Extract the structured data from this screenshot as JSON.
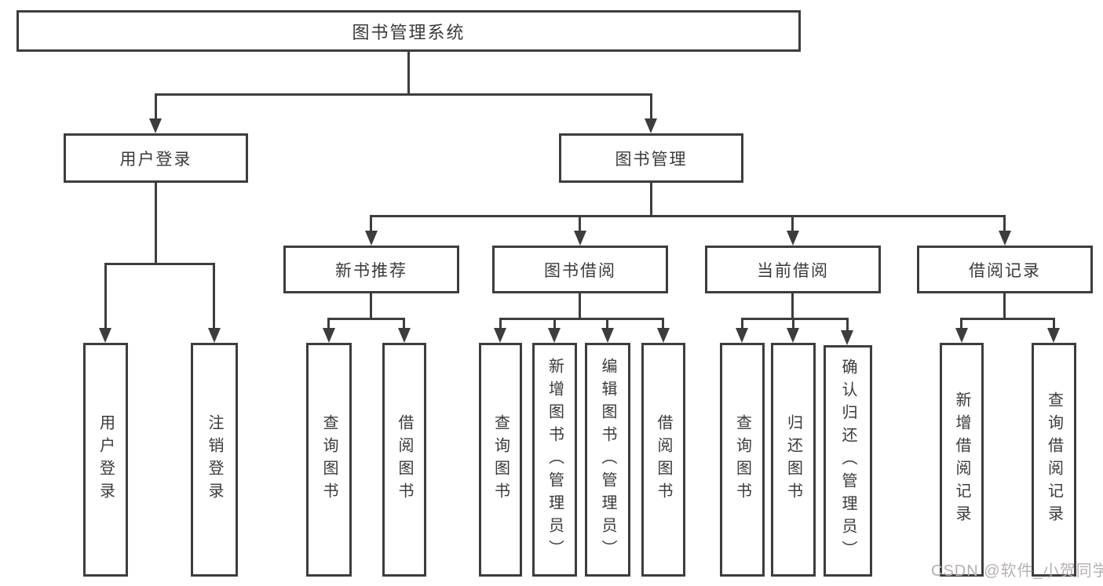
{
  "nodes": {
    "root": {
      "label": "图书管理系统"
    },
    "user_login": {
      "label": "用户登录"
    },
    "book_mgmt": {
      "label": "图书管理"
    },
    "new_book_rec": {
      "label": "新书推荐"
    },
    "book_borrow": {
      "label": "图书借阅"
    },
    "current_borrow": {
      "label": "当前借阅"
    },
    "borrow_records": {
      "label": "借阅记录"
    },
    "leaf_user_login": {
      "label": "用户登录"
    },
    "leaf_logout": {
      "label": "注销登录"
    },
    "rec_query_books": {
      "label": "查询图书"
    },
    "rec_borrow_books": {
      "label": "借阅图书"
    },
    "bb_query_books": {
      "label": "查询图书"
    },
    "bb_add_books": {
      "label": "新增图书（管理员）"
    },
    "bb_edit_books": {
      "label": "编辑图书（管理员）"
    },
    "bb_borrow_books": {
      "label": "借阅图书"
    },
    "cb_query_books": {
      "label": "查询图书"
    },
    "cb_return_books": {
      "label": "归还图书"
    },
    "cb_confirm_return": {
      "label": "确认归还（管理员）"
    },
    "br_add_record": {
      "label": "新增借阅记录"
    },
    "br_query_record": {
      "label": "查询借阅记录"
    }
  },
  "hierarchy": {
    "图书管理系统": {
      "用户登录": [
        "用户登录",
        "注销登录"
      ],
      "图书管理": {
        "新书推荐": [
          "查询图书",
          "借阅图书"
        ],
        "图书借阅": [
          "查询图书",
          "新增图书（管理员）",
          "编辑图书（管理员）",
          "借阅图书"
        ],
        "当前借阅": [
          "查询图书",
          "归还图书",
          "确认归还（管理员）"
        ],
        "借阅记录": [
          "新增借阅记录",
          "查询借阅记录"
        ]
      }
    }
  },
  "watermark": {
    "text": "CSDN @软件_小贺同学"
  },
  "colors": {
    "line": "#3d3d3d",
    "text": "#3a3a3a",
    "watermark": "#b6b0b0",
    "background": "#ffffff"
  }
}
